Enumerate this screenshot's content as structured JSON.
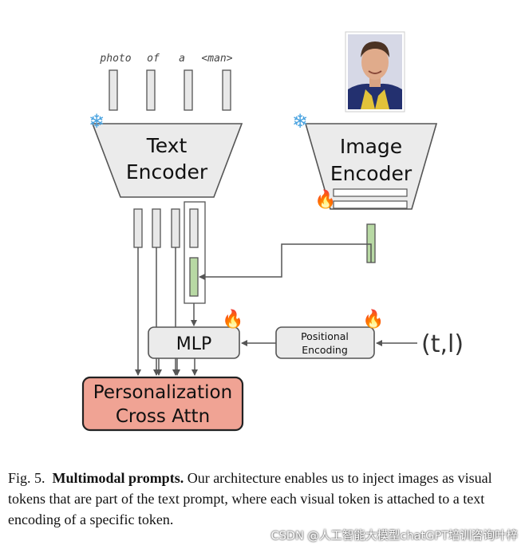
{
  "tokens": [
    "photo",
    "of",
    "a",
    "<man>"
  ],
  "text_encoder": {
    "line1": "Text",
    "line2": "Encoder"
  },
  "image_encoder": {
    "line1": "Image",
    "line2": "Encoder"
  },
  "mlp": {
    "label": "MLP"
  },
  "positional_encoding": {
    "line1": "Positional",
    "line2": "Encoding"
  },
  "personalization": {
    "line1": "Personalization",
    "line2": "Cross Attn"
  },
  "timestep_layer": "(t,l)",
  "icons": {
    "frozen": "snowflake-icon",
    "trainable": "fire-icon"
  },
  "colors": {
    "encoder_fill": "#ebebeb",
    "token_fill": "#e8e8e8",
    "visual_token_fill": "#b8d9a4",
    "personalization_fill": "#f0a394",
    "stroke": "#555555"
  },
  "caption": {
    "fig": "Fig. 5.",
    "bold": "Multimodal prompts.",
    "text": "Our architecture enables us to inject images as visual tokens that are part of the text prompt, where each visual token is attached to a text encoding of a specific token."
  },
  "watermark": "CSDN @人工智能大模型chatGPT培训咨询叶梓"
}
